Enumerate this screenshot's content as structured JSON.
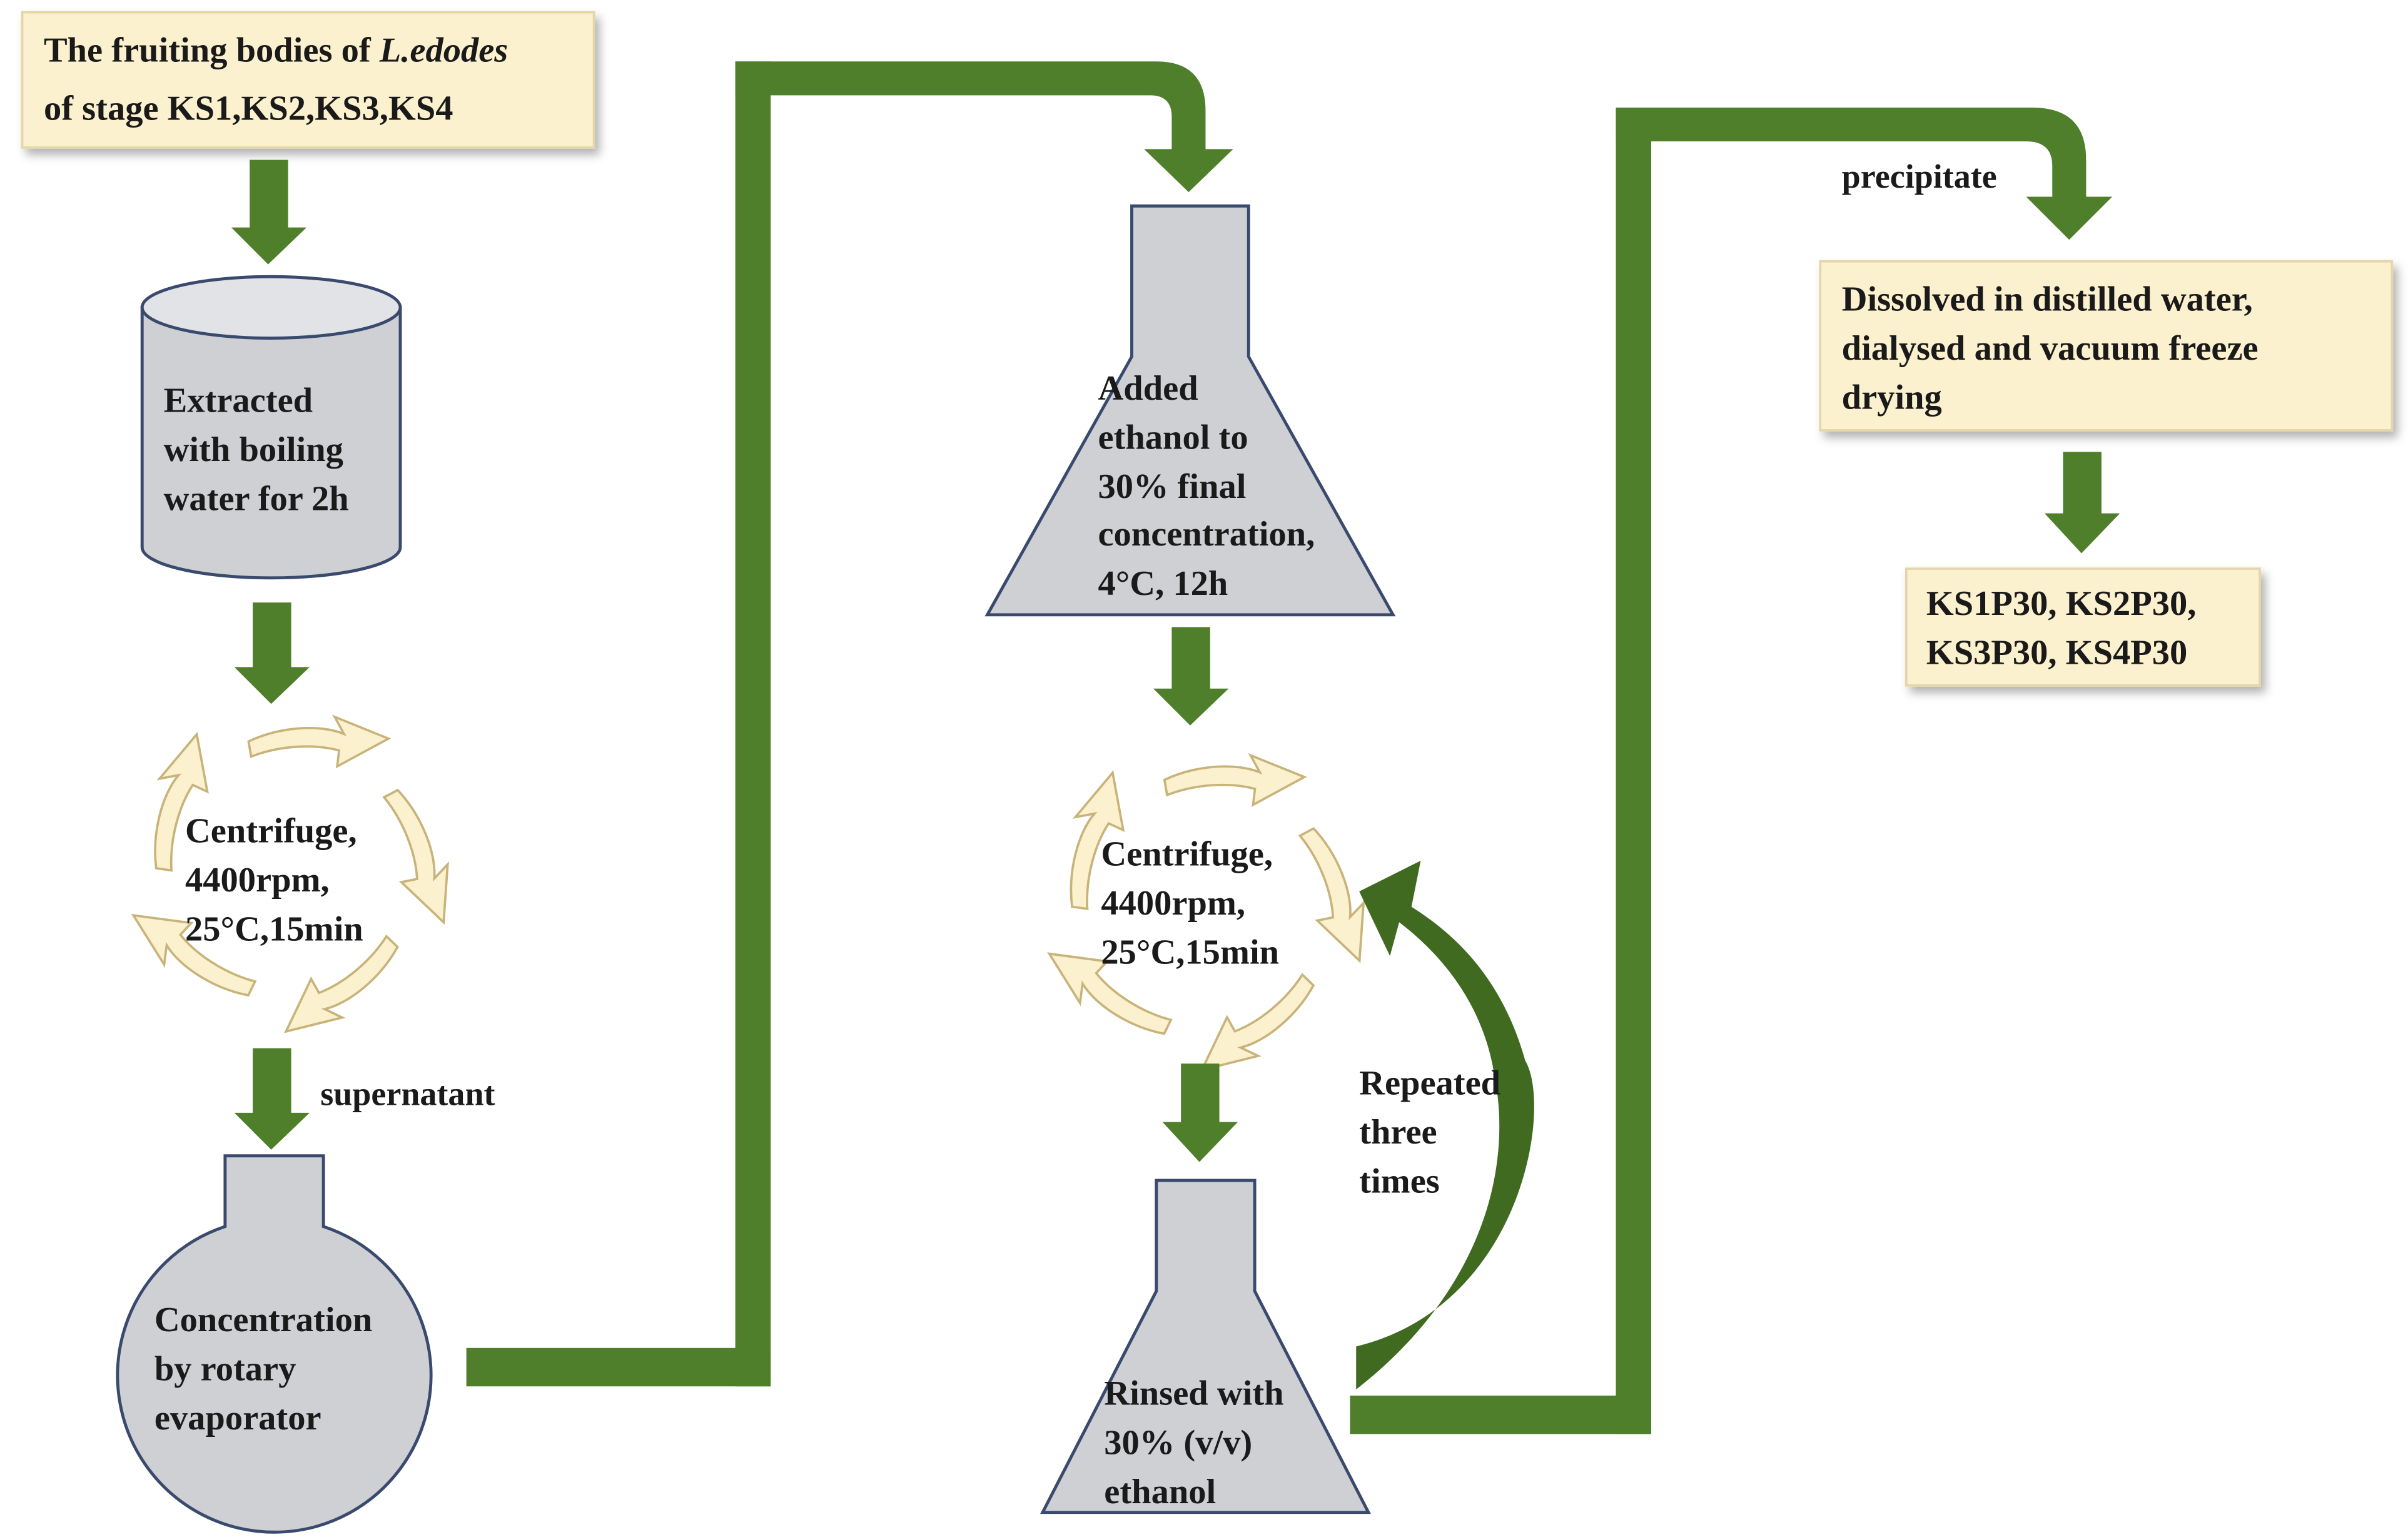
{
  "colors": {
    "arrow_green": "#4f7f2a",
    "arrow_green_dark": "#3f6a20",
    "box_fill": "#fcf1cf",
    "vessel_fill": "#cfd0d4",
    "vessel_stroke": "#3a4a6e",
    "cycle_fill": "#fcf1cf",
    "cycle_stroke": "#c8b47a",
    "text": "#1a1a1a"
  },
  "steps": {
    "start_box": {
      "line1_prefix": "The fruiting bodies of ",
      "line1_italic": "L.edodes",
      "line2": "of stage KS1,KS2,KS3,KS4"
    },
    "extraction": {
      "lines": [
        "Extracted",
        "with boiling",
        "water for 2h"
      ],
      "icon": "cylinder-vessel"
    },
    "centrifuge_1": {
      "lines": [
        "Centrifuge,",
        "4400rpm,",
        "25°C,15min"
      ],
      "icon": "cycle-arrows"
    },
    "supernatant_label": "supernatant",
    "concentration": {
      "lines": [
        "Concentration",
        "by rotary",
        "evaporator"
      ],
      "icon": "round-flask"
    },
    "ethanol_addition": {
      "lines": [
        "Added",
        "ethanol to",
        "30% final",
        "concentration,",
        "4°C, 12h"
      ],
      "icon": "conical-flask"
    },
    "centrifuge_2": {
      "lines": [
        "Centrifuge,",
        "4400rpm,",
        "25°C,15min"
      ],
      "icon": "cycle-arrows"
    },
    "rinse": {
      "lines": [
        "Rinsed with",
        "30% (v/v)",
        "ethanol"
      ],
      "icon": "conical-flask"
    },
    "repeat_label": {
      "lines": [
        "Repeated",
        "three",
        "times"
      ]
    },
    "precipitate_label": "precipitate",
    "dissolve_box": {
      "lines": [
        "Dissolved in distilled water,",
        "dialysed and vacuum freeze",
        "drying"
      ]
    },
    "result_box": {
      "lines": [
        "KS1P30, KS2P30,",
        "KS3P30, KS4P30"
      ]
    }
  }
}
